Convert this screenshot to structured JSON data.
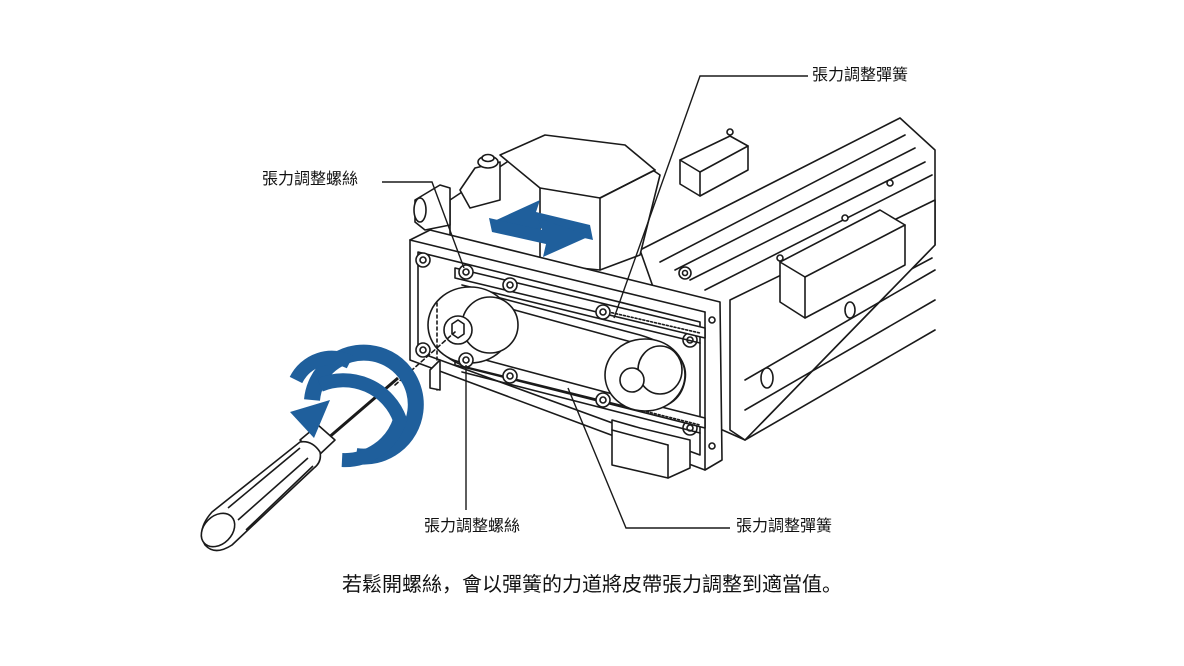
{
  "labels": {
    "tension_spring_top": "張力調整彈簧",
    "tension_screw_left": "張力調整螺絲",
    "tension_screw_bottom": "張力調整螺絲",
    "tension_spring_bottom": "張力調整彈簧"
  },
  "caption": "若鬆開螺絲，會以彈簧的力道將皮帶張力調整到適當值。",
  "colors": {
    "arrow_blue": "#1f5f9c",
    "line": "#1a1a1a"
  },
  "icons": {
    "rotation_arrow": "rotate-clockwise-icon",
    "slide_arrow": "double-arrow-icon",
    "screwdriver": "screwdriver-icon"
  }
}
